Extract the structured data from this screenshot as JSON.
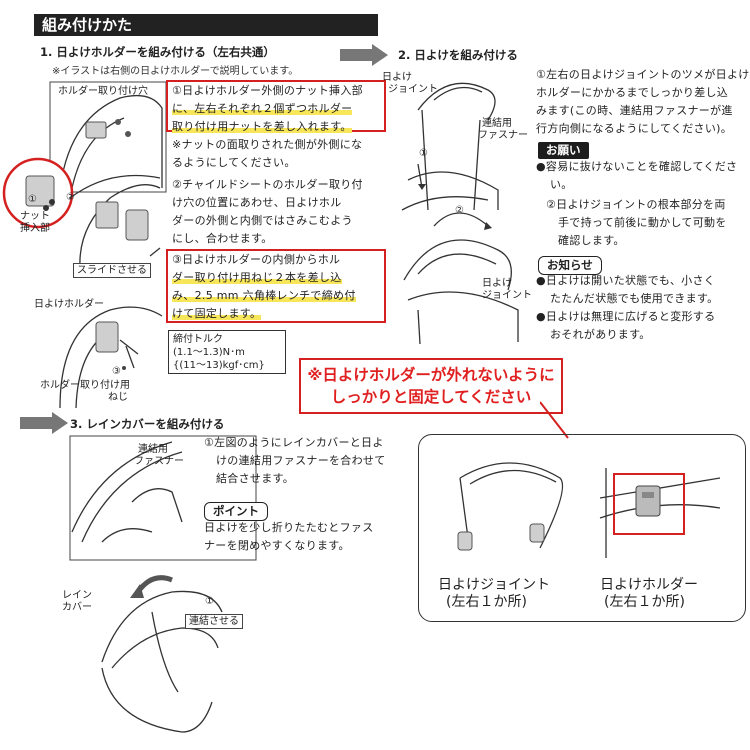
{
  "title": "組み付けかた",
  "step1": {
    "heading": "1. 日よけホルダーを組み付ける（左右共通）",
    "note": "※イラストは右側の日よけホルダーで説明しています。",
    "p1_line1": "①日よけホルダー外側のナット挿入部",
    "p1_line2": "に、左右それぞれ２個ずつホルダー",
    "p1_line3": "取り付け用ナットを差し入れます。",
    "p1_line4": "※ナットの面取りされた側が外側にな",
    "p1_line5": "るようにしてください。",
    "p2_line1": "②チャイルドシートのホルダー取り付",
    "p2_line2": "け穴の位置にあわせ、日よけホル",
    "p2_line3": "ダーの外側と内側ではさみこむよう",
    "p2_line4": "にし、合わせます。",
    "p3_line1": "③日よけホルダーの内側からホル",
    "p3_line2": "ダー取り付け用ねじ２本を差し込",
    "p3_line3": "み、2.5 mm 六角棒レンチで締め付",
    "p3_line4": "けて固定します。",
    "torque_line1": "締付トルク",
    "torque_line2": "(1.1〜1.3)N･m",
    "torque_line3": "{(11〜13)kgf･cm}",
    "fig_hole_label": "ホルダー取り付け穴",
    "fig_num1": "①",
    "fig_nut_label1": "ナット",
    "fig_nut_label2": "挿入部",
    "fig_num2": "②",
    "fig_slide": "スライドさせる",
    "fig_holder_label": "日よけホルダー",
    "fig_num3": "③",
    "fig_screw_label1": "ホルダー取り付け用",
    "fig_screw_label2": "ねじ"
  },
  "step2": {
    "heading": "2. 日よけを組み付ける",
    "fig_joint1": "日よけ",
    "fig_joint2": "ジョイント",
    "fig_fastener1": "連結用",
    "fig_fastener2": "ファスナー",
    "fig_num1": "①",
    "fig_num2": "②",
    "fig_joint3": "日よけ",
    "fig_joint4": "ジョイント",
    "p1_line1": "①左右の日よけジョイントのツメが日よけ",
    "p1_line2": "ホルダーにかかるまでしっかり差し込",
    "p1_line3": "みます(この時、連結用ファスナーが進",
    "p1_line4": "行方向側になるようにしてください)。",
    "request_label": "お願い",
    "req1_line1": "●容易に抜けないことを確認してくださ",
    "req1_line2": "い。",
    "p2_line1": "②日よけジョイントの根本部分を両",
    "p2_line2": "手で持って前後に動かして可動を",
    "p2_line3": "確認します。",
    "notice_label": "お知らせ",
    "n1_line1": "●日よけは開いた状態でも、小さく",
    "n1_line2": "たたんだ状態でも使用できます。",
    "n2_line1": "●日よけは無理に広げると変形する",
    "n2_line2": "おそれがあります。"
  },
  "warning": {
    "line1": "※日よけホルダーが外れないように",
    "line2": "しっかりと固定してください"
  },
  "step3": {
    "heading": "3. レインカバーを組み付ける",
    "fig_fastener1": "連結用",
    "fig_fastener2": "ファスナー",
    "p1_line1": "①左図のようにレインカバーと日よ",
    "p1_line2": "けの連結用ファスナーを合わせて",
    "p1_line3": "結合させます。",
    "point_label": "ポイント",
    "point_line1": "日よけを少し折りたたむとファス",
    "point_line2": "ナーを閉めやすくなります。",
    "fig_rain1": "レイン",
    "fig_rain2": "カバー",
    "fig_num1": "①",
    "fig_connect": "連結させる"
  },
  "detail": {
    "joint_label": "日よけジョイント",
    "joint_sub": "(左右１か所)",
    "holder_label": "日よけホルダー",
    "holder_sub": "(左右１か所)"
  }
}
